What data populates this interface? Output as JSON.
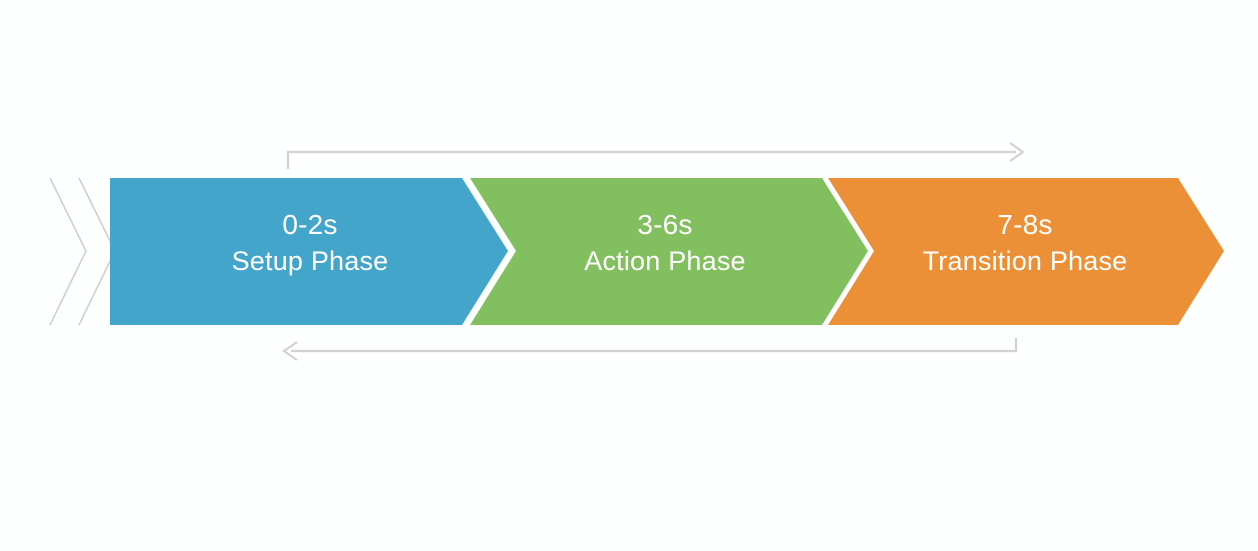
{
  "diagram": {
    "type": "chevron-process-flow",
    "background_color": "#fdfefe",
    "segments": [
      {
        "id": "setup",
        "time": "0-2s",
        "name": "Setup Phase",
        "color": "#44a5cb",
        "text_color": "#ffffff"
      },
      {
        "id": "action",
        "time": "3-6s",
        "name": "Action Phase",
        "color": "#81bf5f",
        "text_color": "#ffffff"
      },
      {
        "id": "transition",
        "time": "7-8s",
        "name": "Transition Phase",
        "color": "#ec9037",
        "text_color": "#ffffff"
      }
    ],
    "connectors": [
      {
        "id": "forward-connector",
        "position": "top",
        "direction": "right",
        "color": "#d2d2d2"
      },
      {
        "id": "backward-connector",
        "position": "bottom",
        "direction": "left",
        "color": "#d2d2d2"
      }
    ],
    "decorations": [
      {
        "id": "lead-chevron-outer",
        "color": "#cfcfcf"
      },
      {
        "id": "lead-chevron-inner",
        "color": "#cfcfcf"
      }
    ]
  }
}
